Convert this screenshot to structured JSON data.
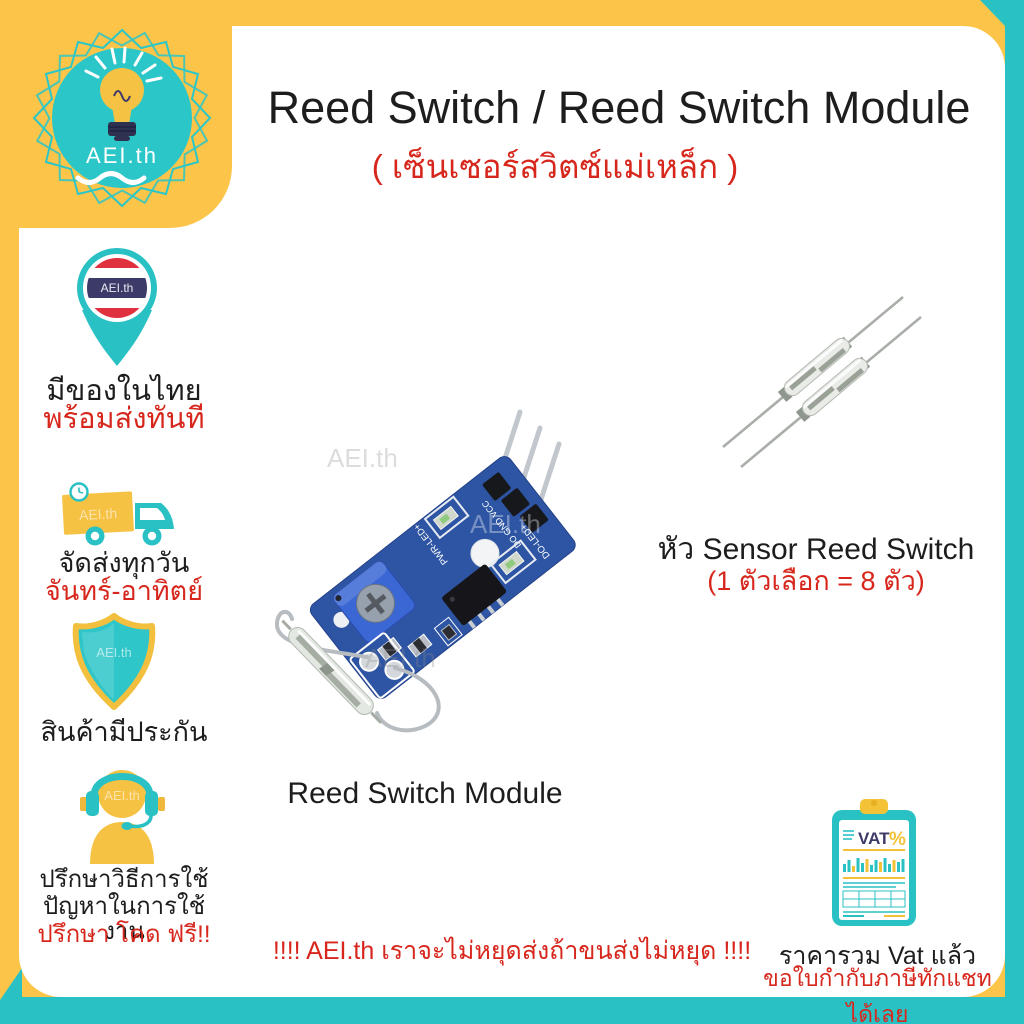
{
  "brand": {
    "logo_text": "AEI.th"
  },
  "watermark": "AEI.th",
  "header": {
    "title": "Reed Switch / Reed Switch Module",
    "subtitle": "( เซ็นเซอร์สวิตซ์แม่เหล็ก  )"
  },
  "sidebar": {
    "badge1": {
      "flag_label": "AEI.th",
      "line1": "มีของในไทย",
      "line2": "พร้อมส่งทันที"
    },
    "badge2": {
      "line1": "จัดส่งทุกวัน",
      "line2": "จันทร์-อาทิตย์"
    },
    "badge3": {
      "line1": "สินค้ามีประกัน"
    },
    "badge4": {
      "line1": "ปรึกษาวิธีการใช้",
      "line2": "ปัญหาในการใช้งาน",
      "line3": "ปรึกษา โคด ฟรี!!"
    }
  },
  "main": {
    "module_caption": "Reed Switch Module",
    "sensor_title": "หัว Sensor Reed Switch",
    "sensor_subtitle": "(1 ตัวเลือก = 8 ตัว)",
    "footer_note": "!!!!  AEI.th เราจะไม่หยุดส่งถ้าขนส่งไม่หยุด  !!!!"
  },
  "vat": {
    "label": "VAT",
    "percent": "%",
    "line1": "ราคารวม Vat แล้ว",
    "line2": "ขอใบกำกับภาษีทักแชทได้เลย"
  },
  "pcb": {
    "label_pwr": "PWR-LED+",
    "label_io": "DO GND VCC",
    "label_do": "DO-LED+"
  },
  "colors": {
    "yellow": "#fcc549",
    "teal": "#2ac1c4",
    "red": "#d7271d",
    "navy": "#3c3a68",
    "pcb_blue": "#2e55a3"
  }
}
